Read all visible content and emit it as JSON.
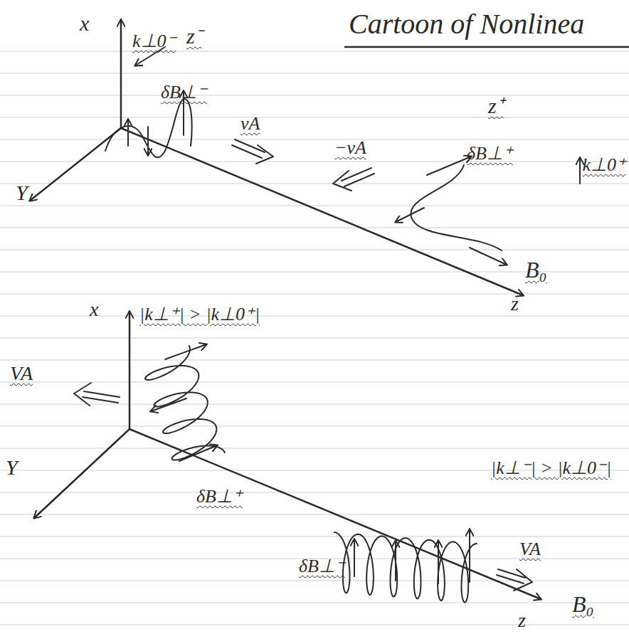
{
  "diagram": {
    "title": "Cartoon of Nonlinea",
    "labels": [
      "x",
      "k⊥0⁻",
      "z⁻",
      "δB⊥⁻",
      "vA",
      "Y",
      "z⁺",
      "−vA",
      "δB⊥⁺",
      "k⊥0⁺",
      "B₀",
      "z",
      "x",
      "|k⊥⁺| > |k⊥0⁺|",
      "VA",
      "Y",
      "δB⊥⁺",
      "|k⊥⁻| > |k⊥0⁻|",
      "δB⊥⁻",
      "VA",
      "B₀",
      "z"
    ]
  }
}
